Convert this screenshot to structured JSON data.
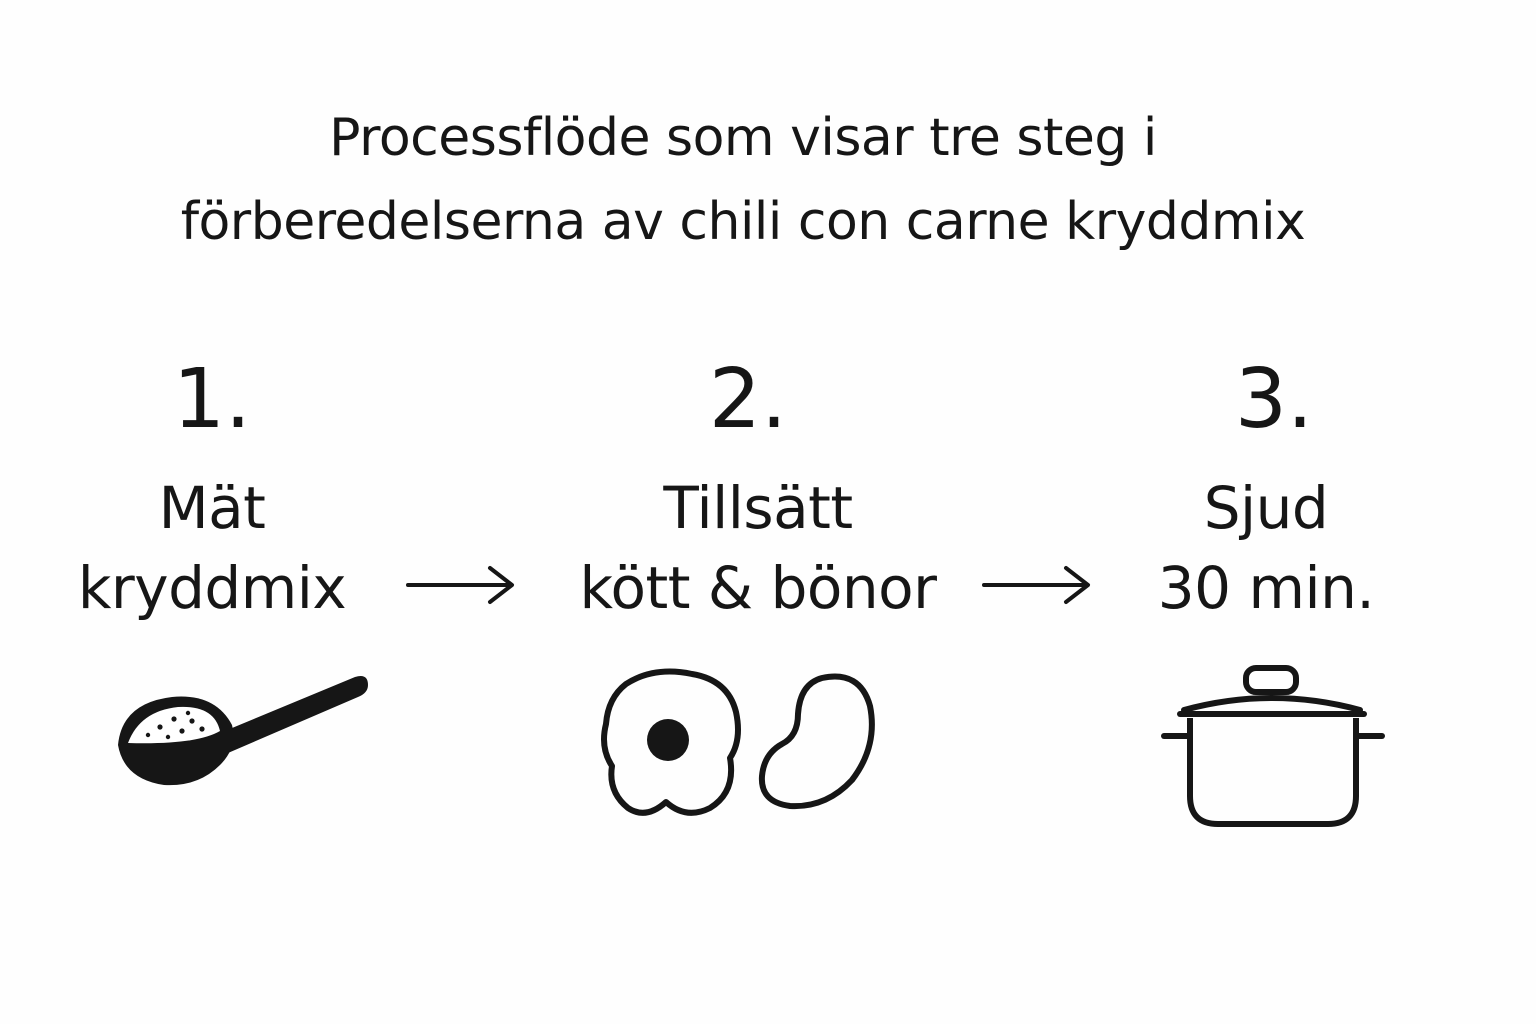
{
  "title": {
    "line1": "Processflöde som visar tre steg i",
    "line2": "förberedelserna av chili con carne kryddmix"
  },
  "steps": [
    {
      "number": "1.",
      "label_line1": "Mät",
      "label_line2": "kryddmix",
      "icon": "measuring-spoon-icon"
    },
    {
      "number": "2.",
      "label_line1": "Tillsätt",
      "label_line2": "kött & bönor",
      "icon": "egg-and-bean-icon"
    },
    {
      "number": "3.",
      "label_line1": "Sjud",
      "label_line2": "30 min.",
      "icon": "cooking-pot-icon"
    }
  ],
  "arrows": [
    "arrow-right-icon",
    "arrow-right-icon"
  ],
  "colors": {
    "background": "#fefefe",
    "ink": "#161616"
  }
}
